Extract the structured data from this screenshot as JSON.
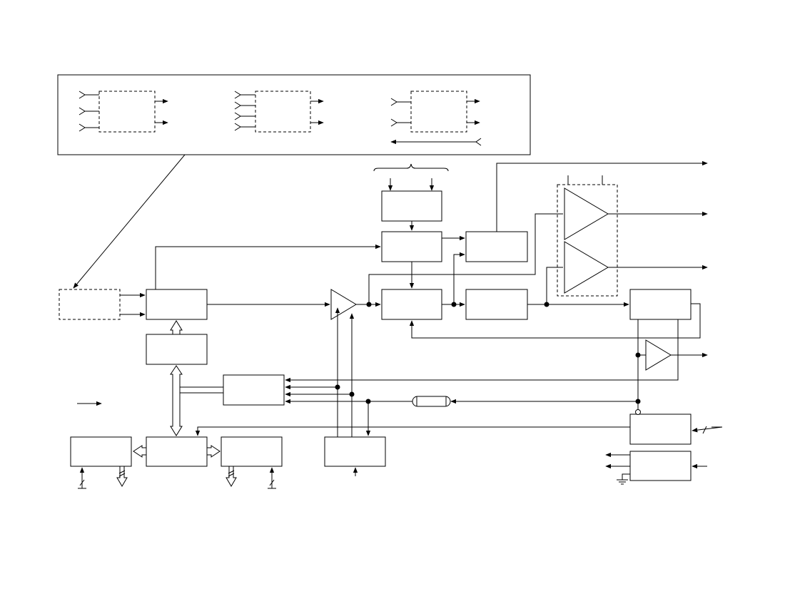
{
  "diagram": {
    "colors": {
      "stroke": "#000000",
      "background": "#ffffff"
    },
    "blocks": [
      "inset-panel",
      "inset-block-a",
      "inset-block-b",
      "inset-block-c",
      "external-input-block",
      "input-block",
      "lower-left-block",
      "top-center-block",
      "center-upper-block",
      "right-upper-block",
      "center-main-block",
      "center-right-block",
      "far-right-block",
      "mid-left-block",
      "bottom-center-block",
      "bottom-left-block",
      "bottom-mid-block",
      "bottom-right-block",
      "lower-right-block-1",
      "lower-right-block-2"
    ],
    "amplifiers": [
      "input-amplifier",
      "output-amplifier-1",
      "output-amplifier-2",
      "buffer-amplifier"
    ],
    "components": [
      "crystal-resonator",
      "ground-symbol",
      "legend-arrow"
    ]
  }
}
